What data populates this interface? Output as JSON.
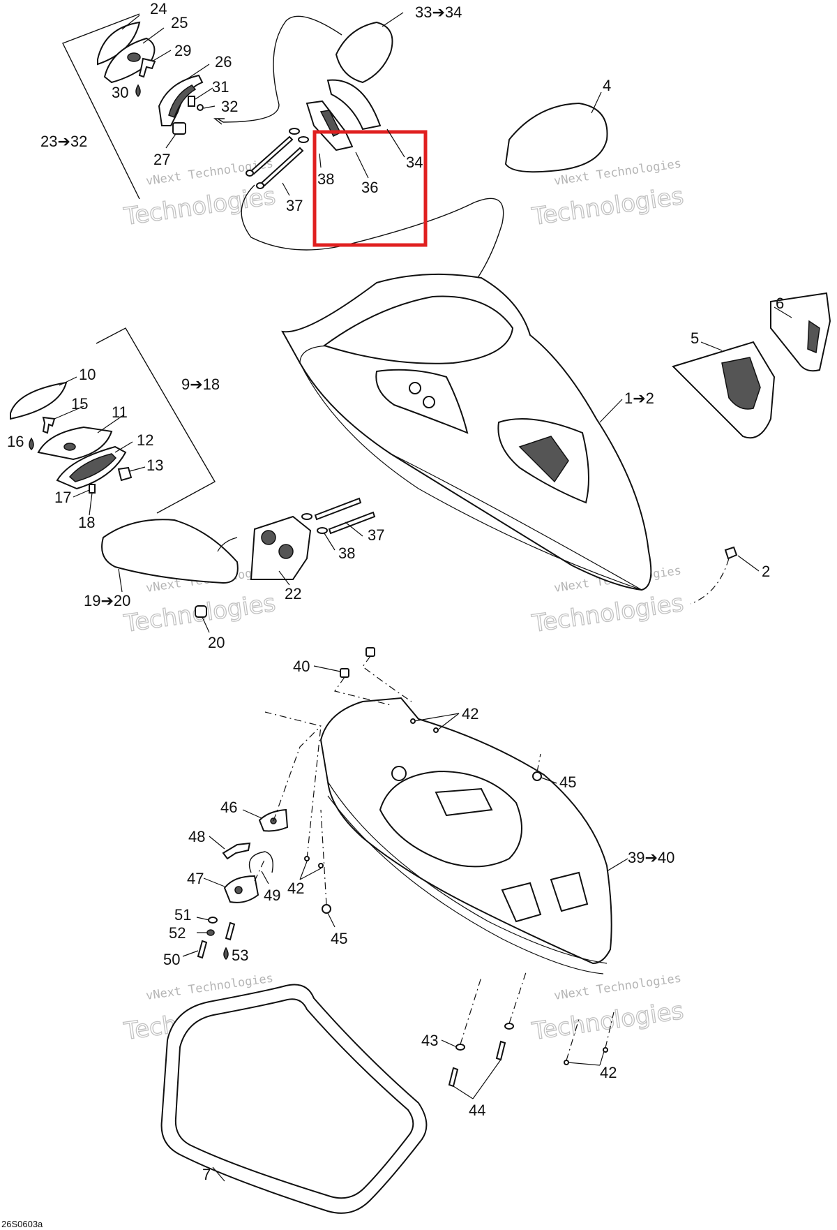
{
  "diagram": {
    "callouts": {
      "c24": "24",
      "c25": "25",
      "c29": "29",
      "c26": "26",
      "c30": "30",
      "c31": "31",
      "c32": "32",
      "c23_32": "23➔32",
      "c27": "27",
      "c33_34": "33➔34",
      "c34": "34",
      "c36": "36",
      "c38_top": "38",
      "c37_top": "37",
      "c4": "4",
      "c6": "6",
      "c5": "5",
      "c1_2": "1➔2",
      "c10": "10",
      "c15": "15",
      "c11": "11",
      "c16": "16",
      "c12": "12",
      "c13": "13",
      "c17": "17",
      "c18": "18",
      "c9_18": "9➔18",
      "c37_mid": "37",
      "c38_mid": "38",
      "c22": "22",
      "c19_20": "19➔20",
      "c20": "20",
      "c2": "2",
      "c40": "40",
      "c42_a": "42",
      "c45_a": "45",
      "c46": "46",
      "c48": "48",
      "c47": "47",
      "c49": "49",
      "c42_b": "42",
      "c39_40": "39➔40",
      "c45_b": "45",
      "c51": "51",
      "c52": "52",
      "c50": "50",
      "c53": "53",
      "c43": "43",
      "c42_c": "42",
      "c44": "44",
      "c7": "7"
    },
    "watermark": {
      "line1": "vNext Technologies",
      "line2": "Technologies"
    },
    "drawing_code": "26S0603a",
    "highlight_color": "#e02020"
  }
}
